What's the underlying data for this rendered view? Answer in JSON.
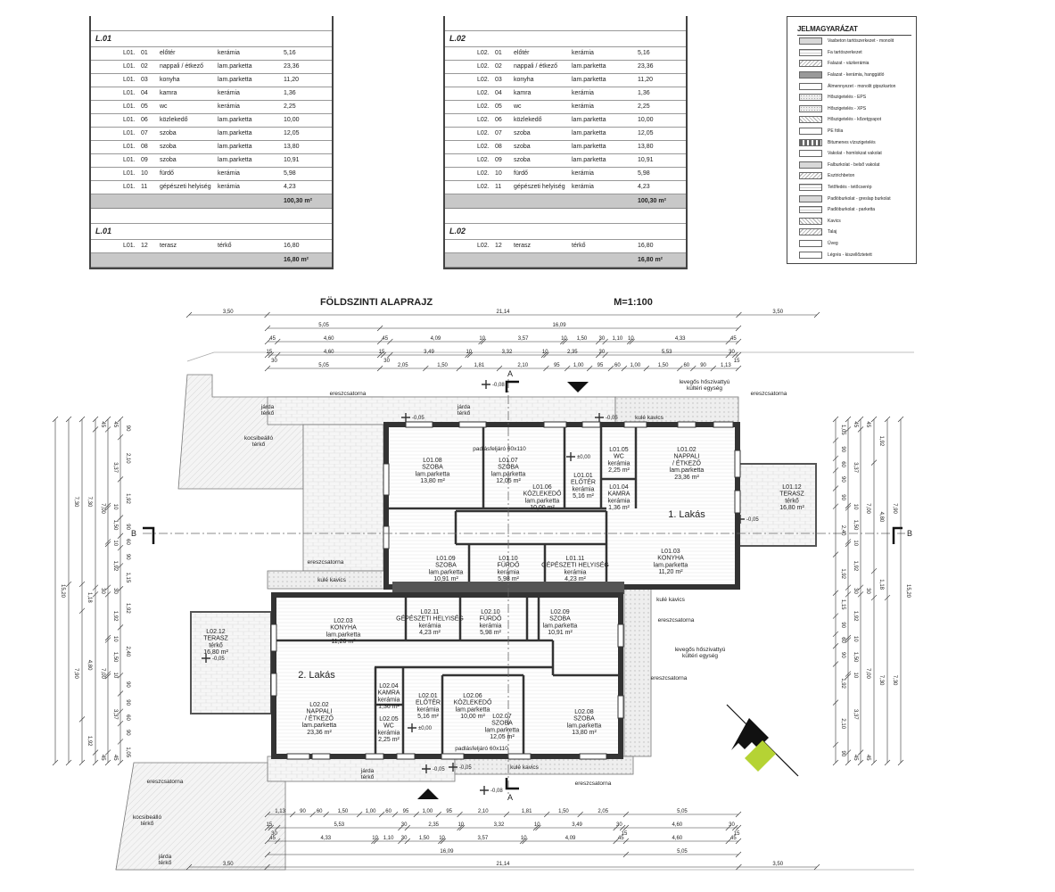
{
  "tables": [
    {
      "heading": "L.01",
      "rows": [
        [
          "L01.",
          "01",
          "előtér",
          "kerámia",
          "5,16"
        ],
        [
          "L01.",
          "02",
          "nappali / étkező",
          "lam.parketta",
          "23,36"
        ],
        [
          "L01.",
          "03",
          "konyha",
          "lam.parketta",
          "11,20"
        ],
        [
          "L01.",
          "04",
          "kamra",
          "kerámia",
          "1,36"
        ],
        [
          "L01.",
          "05",
          "wc",
          "kerámia",
          "2,25"
        ],
        [
          "L01.",
          "06",
          "közlekedő",
          "lam.parketta",
          "10,00"
        ],
        [
          "L01.",
          "07",
          "szoba",
          "lam.parketta",
          "12,05"
        ],
        [
          "L01.",
          "08",
          "szoba",
          "lam.parketta",
          "13,80"
        ],
        [
          "L01.",
          "09",
          "szoba",
          "lam.parketta",
          "10,91"
        ],
        [
          "L01.",
          "10",
          "fürdő",
          "kerámia",
          "5,98"
        ],
        [
          "L01.",
          "11",
          "gépészeti helyiség",
          "kerámia",
          "4,23"
        ]
      ],
      "total": "100,30 m²",
      "heading2": "L.01",
      "rows2": [
        [
          "L01.",
          "12",
          "terasz",
          "térkő",
          "16,80"
        ]
      ],
      "total2": "16,80 m²"
    },
    {
      "heading": "L.02",
      "rows": [
        [
          "L02.",
          "01",
          "előtér",
          "kerámia",
          "5,16"
        ],
        [
          "L02.",
          "02",
          "nappali / étkező",
          "lam.parketta",
          "23,36"
        ],
        [
          "L02.",
          "03",
          "konyha",
          "lam.parketta",
          "11,20"
        ],
        [
          "L02.",
          "04",
          "kamra",
          "kerámia",
          "1,36"
        ],
        [
          "L02.",
          "05",
          "wc",
          "kerámia",
          "2,25"
        ],
        [
          "L02.",
          "06",
          "közlekedő",
          "lam.parketta",
          "10,00"
        ],
        [
          "L02.",
          "07",
          "szoba",
          "lam.parketta",
          "12,05"
        ],
        [
          "L02.",
          "08",
          "szoba",
          "lam.parketta",
          "13,80"
        ],
        [
          "L02.",
          "09",
          "szoba",
          "lam.parketta",
          "10,91"
        ],
        [
          "L02.",
          "10",
          "fürdő",
          "kerámia",
          "5,98"
        ],
        [
          "L02.",
          "11",
          "gépészeti helyiség",
          "kerámia",
          "4,23"
        ]
      ],
      "total": "100,30 m²",
      "heading2": "L.02",
      "rows2": [
        [
          "L02.",
          "12",
          "terasz",
          "térkő",
          "16,80"
        ]
      ],
      "total2": "16,80 m²"
    }
  ],
  "legend": {
    "title": "JELMAGYARÁZAT",
    "items": [
      "Vasbeton tartószerkezet - monolit",
      "Fa tartószerkezet",
      "Falazat - vázkerámia",
      "Falazat - kerámia, hanggátló",
      "Álmennyezet - monolit gipszkarton",
      "Hőszigetelés - EPS",
      "Hőszigetelés - XPS",
      "Hőszigetelés - kőzetgyapot",
      "PE fólia",
      "Bitumenes vízszigetelés",
      "Vakolat - homlokzat vakolat",
      "Falburkolat - belső vakolat",
      "Esztrichbeton",
      "Tetőfedés - tetőcserép",
      "Padlóburkolat - greslap burkolat",
      "Padlóburkolat - parketta",
      "Kavics",
      "Talaj",
      "Üveg",
      "Légrés - kiszellőztetett"
    ]
  },
  "plan": {
    "title": "FÖLDSZINTI ALAPRAJZ",
    "scale": "M=1:100",
    "rooms": [
      [
        "L01.08",
        "SZOBA",
        "lam.parketta",
        "13,80 m²"
      ],
      [
        "L01.07",
        "SZOBA",
        "lam.parketta",
        "12,05 m²"
      ],
      [
        "L01.06",
        "KÖZLEKEDŐ",
        "lam.parketta",
        "10,00 m²"
      ],
      [
        "L01.01",
        "ELŐTÉR",
        "kerámia",
        "5,16 m²"
      ],
      [
        "L01.05",
        "WC",
        "kerámia",
        "2,25 m²"
      ],
      [
        "L01.04",
        "KAMRA",
        "kerámia",
        "1,36 m²"
      ],
      [
        "L01.02",
        "NAPPALI",
        "/ ÉTKEZŐ",
        "lam.parketta",
        "23,36 m²"
      ],
      [
        "L01.03",
        "KONYHA",
        "lam.parketta",
        "11,20 m²"
      ],
      [
        "L01.09",
        "SZOBA",
        "lam.parketta",
        "10,91 m²"
      ],
      [
        "L01.10",
        "FÜRDŐ",
        "kerámia",
        "5,98 m²"
      ],
      [
        "L01.11",
        "GÉPÉSZETI HELYISÉG",
        "kerámia",
        "4,23 m²"
      ],
      [
        "L01.12",
        "TERASZ",
        "térkő",
        "16,80 m²"
      ],
      [
        "L02.03",
        "KONYHA",
        "lam.parketta",
        "11,20 m²"
      ],
      [
        "L02.11",
        "GÉPÉSZETI HELYISÉG",
        "kerámia",
        "4,23 m²"
      ],
      [
        "L02.10",
        "FÜRDŐ",
        "kerámia",
        "5,98 m²"
      ],
      [
        "L02.09",
        "SZOBA",
        "lam.parketta",
        "10,91 m²"
      ],
      [
        "L02.02",
        "NAPPALI",
        "/ ÉTKEZŐ",
        "lam.parketta",
        "23,36 m²"
      ],
      [
        "L02.04",
        "KAMRA",
        "kerámia",
        "1,36 m²"
      ],
      [
        "L02.05",
        "WC",
        "kerámia",
        "2,25 m²"
      ],
      [
        "L02.01",
        "ELŐTÉR",
        "kerámia",
        "5,16 m²"
      ],
      [
        "L02.06",
        "KÖZLEKEDŐ",
        "lam.parketta",
        "10,00 m²"
      ],
      [
        "L02.07",
        "SZOBA",
        "lam.parketta",
        "12,05 m²"
      ],
      [
        "L02.08",
        "SZOBA",
        "lam.parketta",
        "13,80 m²"
      ],
      [
        "L02.12",
        "TERASZ",
        "térkő",
        "16,80 m²"
      ]
    ],
    "units": [
      "1. Lakás",
      "2. Lakás"
    ],
    "notes": [
      [
        "járda",
        "térkő"
      ],
      [
        "járda",
        "térkő"
      ],
      [
        "járda",
        "térkő"
      ],
      [
        "kocsibeálló",
        "térkő"
      ],
      [
        "kocsibeálló",
        "térkő"
      ],
      [
        "járda",
        "térkő"
      ],
      [
        "ereszcsatorna"
      ],
      [
        "ereszcsatorna"
      ],
      [
        "ereszcsatorna"
      ],
      [
        "ereszcsatorna"
      ],
      [
        "ereszcsatorna"
      ],
      [
        "ereszcsatorna"
      ],
      [
        "ereszcsatorna"
      ],
      [
        "kulé kavics"
      ],
      [
        "kulé kavics"
      ],
      [
        "kulé kavics"
      ],
      [
        "kulé kavics"
      ],
      [
        "levegős hőszivattyú",
        "kültéri egység"
      ],
      [
        "levegős hőszivattyú",
        "kültéri egység"
      ],
      [
        "padlásfeljáró 60x110"
      ],
      [
        "padlásfeljáró 60x110"
      ]
    ],
    "levels": [
      "-0,08",
      "-0,05",
      "-0,05",
      "±0,00",
      "-0,05",
      "-0,05",
      "-0,05",
      "±0,00",
      "-0,05",
      "-0,08"
    ],
    "section_marks": [
      "A",
      "A",
      "B",
      "B"
    ],
    "dims_top": [
      [
        "3,50",
        "21,14",
        "3,50"
      ],
      [
        "5,05",
        "16,09"
      ],
      [
        "45",
        "4,60",
        "45",
        "4,09",
        "10",
        "3,57",
        "10",
        "1,50",
        "30",
        "1,10",
        "10",
        "4,33",
        "45"
      ],
      [
        "15",
        "30",
        "4,60",
        "15",
        "30",
        "3,49",
        "10",
        "3,32",
        "10",
        "2,35",
        "30",
        "5,53",
        "30",
        "15"
      ],
      [
        "5,05",
        "2,05",
        "1,50",
        "1,81",
        "2,10",
        "95",
        "1,00",
        "95",
        "60",
        "1,00",
        "1,50",
        "60",
        "90",
        "1,13"
      ]
    ],
    "dims_left": [
      [
        "15,20"
      ],
      [
        "7,30",
        "7,90"
      ],
      [
        "7,30",
        "1,18",
        "4,80",
        "1,92"
      ],
      [
        "45",
        "7,00",
        "30",
        "7,00",
        "45"
      ],
      [
        "45",
        "3,37",
        "10",
        "1,50",
        "10",
        "1,92",
        "30",
        "1,92",
        "10",
        "1,50",
        "10",
        "3,37",
        "45"
      ],
      [
        "90",
        "2,10",
        "1,92",
        "90",
        "60",
        "90",
        "1,15",
        "1,92",
        "2,40",
        "90",
        "90",
        "60",
        "90",
        "1,05"
      ]
    ]
  }
}
